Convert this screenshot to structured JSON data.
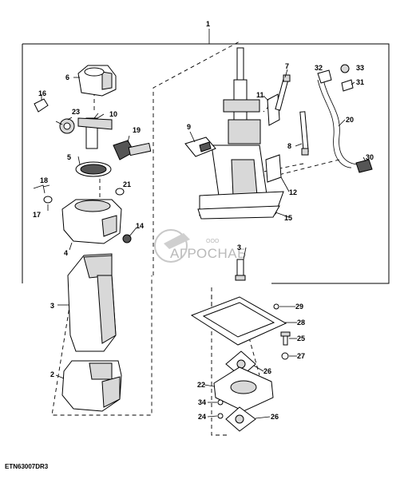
{
  "figure": {
    "code": "ETN63007DR3",
    "watermark": {
      "brand": "АГРОСНАБ",
      "prefix": "ООО"
    }
  },
  "callouts": {
    "c1": "1",
    "c2": "2",
    "c3": "3",
    "c3b": "3",
    "c4": "4",
    "c5": "5",
    "c6": "6",
    "c7": "7",
    "c8": "8",
    "c9": "9",
    "c10": "10",
    "c11": "11",
    "c12": "12",
    "c14": "14",
    "c15": "15",
    "c16": "16",
    "c17": "17",
    "c18": "18",
    "c19": "19",
    "c20": "20",
    "c21": "21",
    "c22": "22",
    "c23": "23",
    "c24": "24",
    "c25": "25",
    "c26": "26",
    "c26b": "26",
    "c27": "27",
    "c28": "28",
    "c29": "29",
    "c30": "30",
    "c31": "31",
    "c32": "32",
    "c33": "33",
    "c34": "34"
  }
}
